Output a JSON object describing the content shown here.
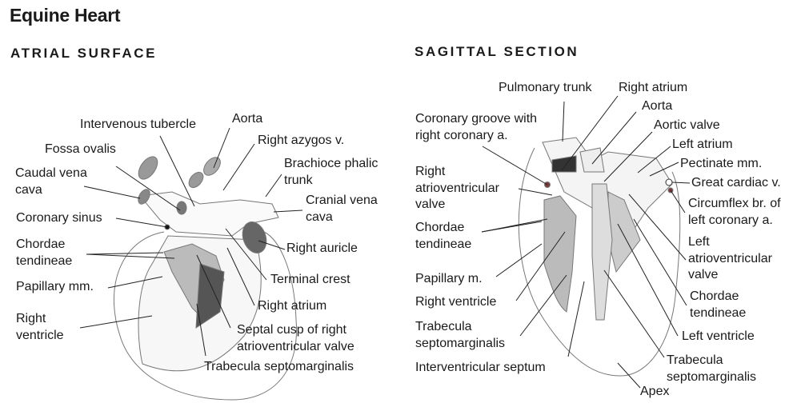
{
  "title": "Equine Heart",
  "atrial_surface": {
    "heading": "ATRIAL SURFACE",
    "labels": {
      "intervenous_tubercle": "Intervenous tubercle",
      "aorta": "Aorta",
      "right_azygos": "Right azygos v.",
      "fossa_ovalis": "Fossa ovalis",
      "brachiocephalic": [
        "Brachioce phalic",
        "trunk"
      ],
      "caudal_vena_cava": [
        "Caudal vena",
        "cava"
      ],
      "cranial_vena_cava": [
        "Cranial vena",
        "cava"
      ],
      "coronary_sinus": "Coronary sinus",
      "chordae_tendineae": [
        "Chordae",
        "tendineae"
      ],
      "right_auricle": "Right auricle",
      "terminal_crest": "Terminal crest",
      "papillary_mm": "Papillary mm.",
      "right_atrium": "Right atrium",
      "right_ventricle": [
        "Right",
        "ventricle"
      ],
      "septal_cusp": [
        "Septal cusp of right",
        "atrioventricular valve"
      ],
      "trabecula": "Trabecula septomarginalis"
    }
  },
  "sagittal_section": {
    "heading": "SAGITTAL SECTION",
    "labels": {
      "pulmonary_trunk": "Pulmonary trunk",
      "right_atrium": "Right atrium",
      "aorta": "Aorta",
      "coronary_groove": [
        "Coronary groove with",
        "right coronary a."
      ],
      "aortic_valve": "Aortic valve",
      "left_atrium": "Left atrium",
      "pectinate_mm": "Pectinate mm.",
      "great_cardiac_v": "Great cardiac v.",
      "right_av_valve": [
        "Right",
        "atrioventricular",
        "valve"
      ],
      "circumflex": [
        "Circumflex br. of",
        "left coronary a."
      ],
      "chordae_left": [
        "Chordae",
        "tendineae"
      ],
      "left_av_valve": [
        "Left",
        "atrioventricular",
        "valve"
      ],
      "papillary_m": "Papillary m.",
      "chordae_right": [
        "Chordae",
        "tendineae"
      ],
      "right_ventricle": "Right ventricle",
      "trabecula_left": [
        "Trabecula",
        "septomarginalis"
      ],
      "left_ventricle": "Left ventricle",
      "interventricular_septum": "Interventricular septum",
      "trabecula_right": [
        "Trabecula",
        "septomarginalis"
      ],
      "apex": "Apex"
    }
  }
}
